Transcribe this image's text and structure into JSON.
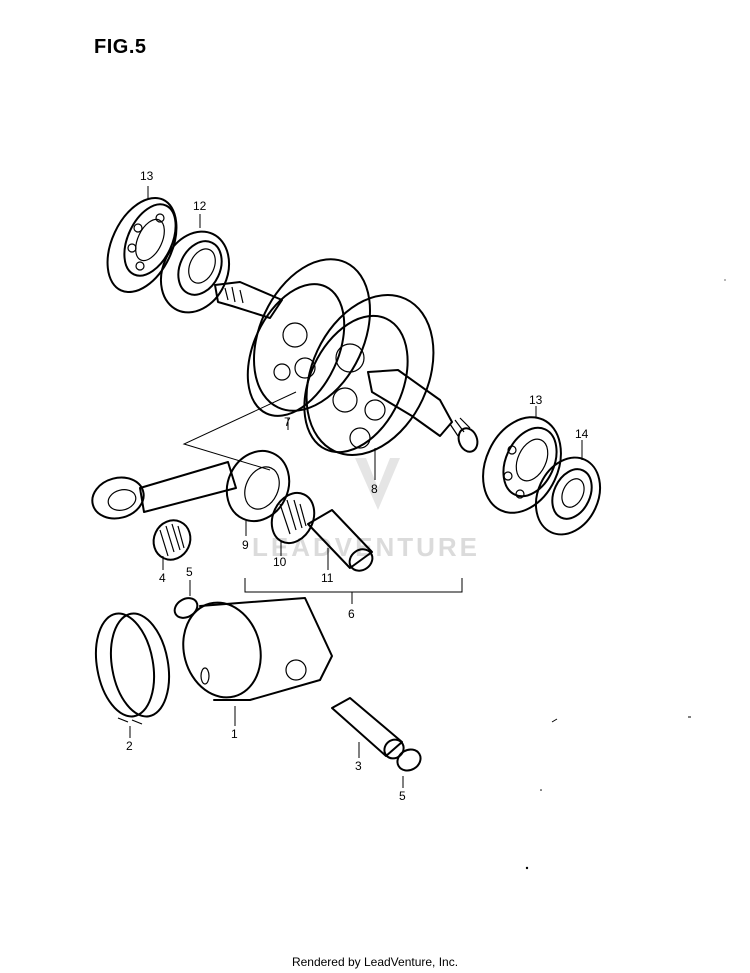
{
  "figure_label": "FIG.5",
  "callouts": {
    "p13a": "13",
    "p12": "12",
    "p7": "7",
    "p8": "8",
    "p13b": "13",
    "p14": "14",
    "p9": "9",
    "p10": "10",
    "p11": "11",
    "p6": "6",
    "p4": "4",
    "p5a": "5",
    "p2": "2",
    "p1": "1",
    "p3": "3",
    "p5b": "5"
  },
  "watermark": "LEADVENTURE",
  "footer": "Rendered by LeadVenture, Inc."
}
